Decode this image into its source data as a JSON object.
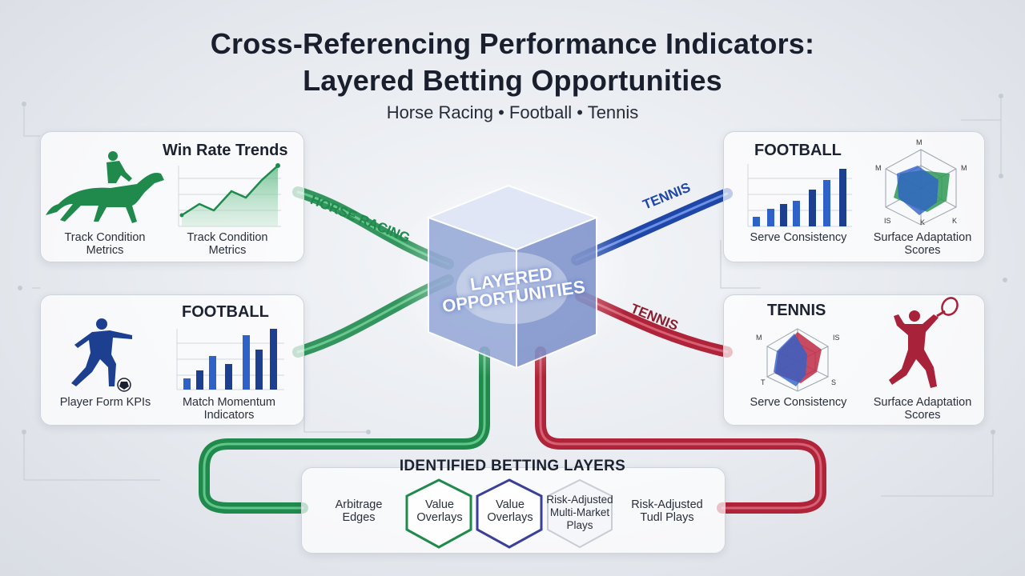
{
  "header": {
    "title_line1": "Cross-Referencing Performance Indicators:",
    "title_line2": "Layered Betting Opportunities",
    "subtitle": "Horse Racing • Football • Tennis"
  },
  "panels": {
    "horse": {
      "title": "Win Rate Trends",
      "label_left": "Track Condition Metrics",
      "label_right": "Track Condition Metrics"
    },
    "football_left": {
      "title": "FOOTBALL",
      "label_left": "Player Form KPIs",
      "label_right": "Match Momentum Indicators"
    },
    "football_right": {
      "title": "FOOTBALL",
      "label_left": "Serve Consistency",
      "label_right": "Surface Adaptation Scores",
      "radar_labels": [
        "M",
        "M",
        "M",
        "IS",
        "K",
        "K"
      ]
    },
    "tennis": {
      "title": "TENNIS",
      "label_left": "Serve Consistency",
      "label_right": "Surface Adaptation Scores",
      "radar_labels": [
        "M",
        "IS",
        "S",
        "T"
      ]
    }
  },
  "tracks": {
    "horse_racing": "HORSE RACING",
    "tennis_top": "TENNIS",
    "tennis_bottom": "TENNIS"
  },
  "center": {
    "line1": "LAYERED",
    "line2": "OPPORTUNITIES"
  },
  "layers": {
    "title": "IDENTIFIED BETTING LAYERS",
    "items": [
      "Arbitrage Edges",
      "Value Overlays",
      "Value Overlays",
      "Risk-Adjusted Multi-Market Plays",
      "Risk-Adjusted Tudl Plays"
    ]
  },
  "colors": {
    "green": "#1f8a4c",
    "blue": "#1f47a8",
    "red": "#b0243a",
    "navy": "#1d3f8f"
  }
}
